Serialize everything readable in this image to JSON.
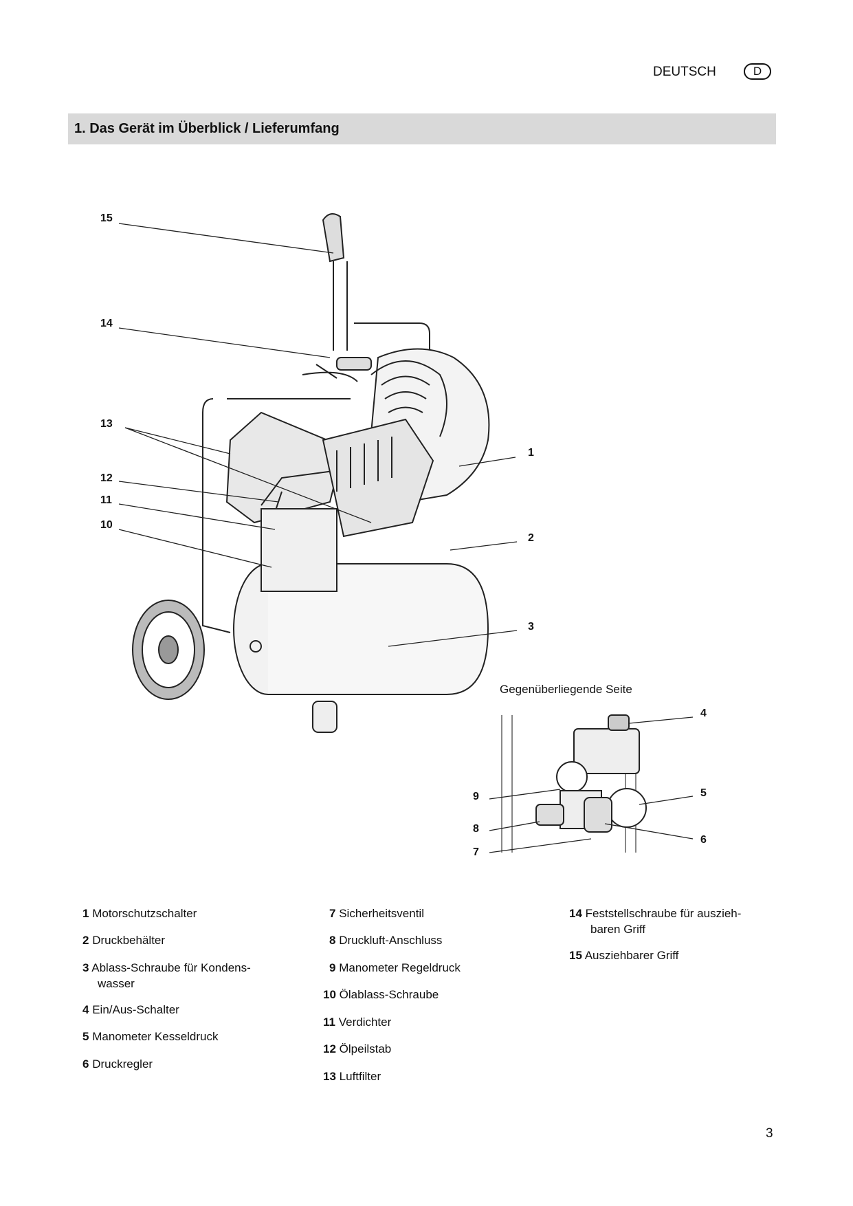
{
  "header": {
    "language": "DEUTSCH",
    "language_code": "D"
  },
  "section": {
    "title": "1. Das Gerät im Überblick / Lieferumfang"
  },
  "figure": {
    "callouts": [
      "1",
      "2",
      "3",
      "4",
      "5",
      "6",
      "7",
      "8",
      "9",
      "10",
      "11",
      "12",
      "13",
      "14",
      "15"
    ],
    "inset_title": "Gegenüberliegende Seite"
  },
  "legend": [
    {
      "num": "1",
      "text": "Motorschutzschalter"
    },
    {
      "num": "2",
      "text": "Druckbehälter"
    },
    {
      "num": "3",
      "text": "Ablass-Schraube für Kondens-",
      "text2": "wasser"
    },
    {
      "num": "4",
      "text": "Ein/Aus-Schalter"
    },
    {
      "num": "5",
      "text": "Manometer Kesseldruck"
    },
    {
      "num": "6",
      "text": "Druckregler"
    },
    {
      "num": "7",
      "text": "Sicherheitsventil"
    },
    {
      "num": "8",
      "text": "Druckluft-Anschluss"
    },
    {
      "num": "9",
      "text": "Manometer Regeldruck"
    },
    {
      "num": "10",
      "text": "Ölablass-Schraube"
    },
    {
      "num": "11",
      "text": "Verdichter"
    },
    {
      "num": "12",
      "text": "Ölpeilstab"
    },
    {
      "num": "13",
      "text": "Luftfilter"
    },
    {
      "num": "14",
      "text": "Feststellschraube für auszieh-",
      "text2": "baren Griff"
    },
    {
      "num": "15",
      "text": "Ausziehbarer Griff"
    }
  ],
  "footer": {
    "page_number": "3"
  }
}
